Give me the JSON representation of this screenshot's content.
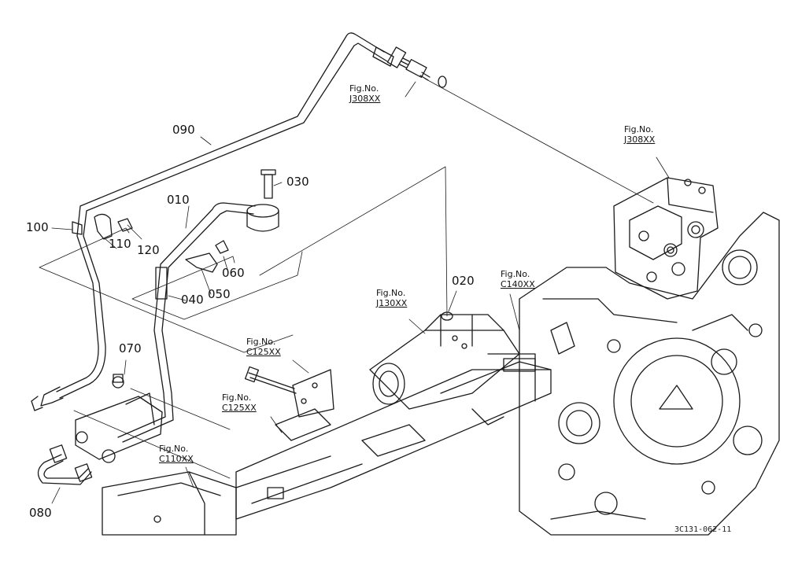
{
  "parts": [
    {
      "id": "p090",
      "number": "090"
    },
    {
      "id": "p100",
      "number": "100"
    },
    {
      "id": "p110",
      "number": "110"
    },
    {
      "id": "p120",
      "number": "120"
    },
    {
      "id": "p010",
      "number": "010"
    },
    {
      "id": "p030",
      "number": "030"
    },
    {
      "id": "p060",
      "number": "060"
    },
    {
      "id": "p050",
      "number": "050"
    },
    {
      "id": "p040",
      "number": "040"
    },
    {
      "id": "p070",
      "number": "070"
    },
    {
      "id": "p080",
      "number": "080"
    },
    {
      "id": "p020",
      "number": "020"
    }
  ],
  "figure_refs": [
    {
      "id": "j308a",
      "prefix": "Fig.No.",
      "code": "J308XX"
    },
    {
      "id": "j308b",
      "prefix": "Fig.No.",
      "code": "J308XX"
    },
    {
      "id": "j130",
      "prefix": "Fig.No.",
      "code": "J130XX"
    },
    {
      "id": "c140",
      "prefix": "Fig.No.",
      "code": "C140XX"
    },
    {
      "id": "c125a",
      "prefix": "Fig.No.",
      "code": "C125XX"
    },
    {
      "id": "c125b",
      "prefix": "Fig.No.",
      "code": "C125XX"
    },
    {
      "id": "c110",
      "prefix": "Fig.No.",
      "code": "C110XX"
    }
  ],
  "drawing_code": "3C131-062-11"
}
